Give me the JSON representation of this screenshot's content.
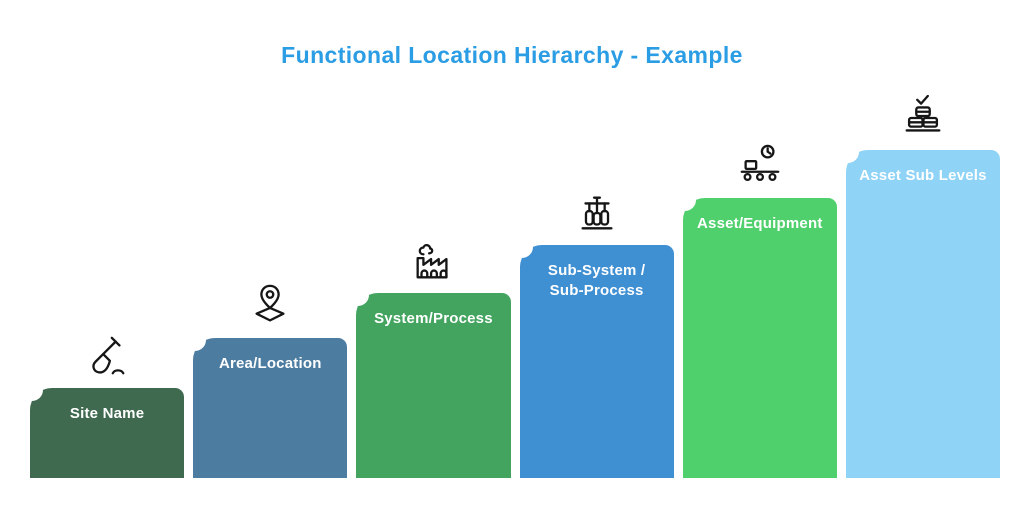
{
  "title": {
    "text": "Functional Location Hierarchy - Example",
    "color": "#2b9de4"
  },
  "diagram": {
    "type": "step-hierarchy",
    "steps": [
      {
        "label": "Site Name",
        "color": "#3f6a50",
        "icon": "shovel-icon"
      },
      {
        "label": "Area/Location",
        "color": "#4d7ca1",
        "icon": "map-pin-icon"
      },
      {
        "label": "System/Process",
        "color": "#43a45f",
        "icon": "factory-icon"
      },
      {
        "label": "Sub-System / Sub-Process",
        "color": "#3f8fd3",
        "icon": "machinery-icon"
      },
      {
        "label": "Asset/Equipment",
        "color": "#4fd06d",
        "icon": "conveyor-clock-icon"
      },
      {
        "label": "Asset Sub Levels",
        "color": "#8fd3f6",
        "icon": "barrels-check-icon"
      }
    ]
  }
}
